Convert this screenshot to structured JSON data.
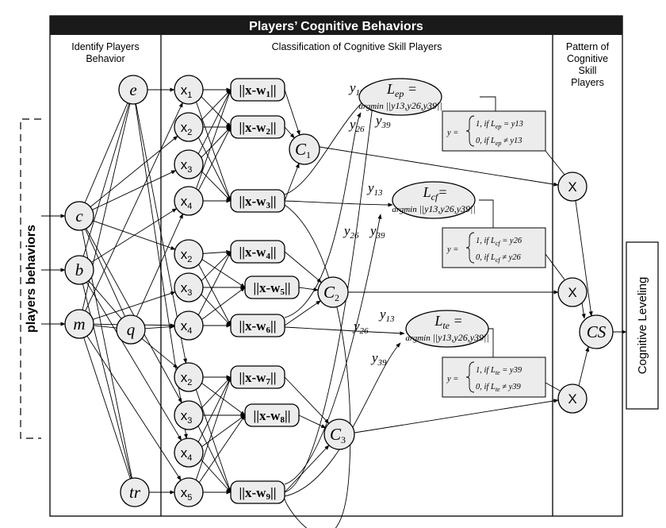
{
  "header": {
    "title": "Players’ Cognitive Behaviors"
  },
  "sections": {
    "identify": [
      "Identify Players",
      "Behavior"
    ],
    "classification": "Classification of Cognitive Skill Players",
    "pattern": [
      "Pattern of",
      "Cognitive",
      "Skill",
      "Players"
    ]
  },
  "input_label": "players behaviors",
  "output_label": "Cognitive  Leveling",
  "behaviors": [
    {
      "id": "c",
      "label": "c"
    },
    {
      "id": "b",
      "label": "b"
    },
    {
      "id": "m",
      "label": "m"
    },
    {
      "id": "e",
      "label": "e"
    },
    {
      "id": "q",
      "label": "q"
    },
    {
      "id": "tr",
      "label": "tr"
    }
  ],
  "x_nodes": [
    {
      "sym": "x",
      "sub": "1"
    },
    {
      "sym": "x",
      "sub": "2"
    },
    {
      "sym": "x",
      "sub": "3"
    },
    {
      "sym": "x",
      "sub": "4"
    },
    {
      "sym": "x",
      "sub": "2"
    },
    {
      "sym": "x",
      "sub": "3"
    },
    {
      "sym": "x",
      "sub": "4"
    },
    {
      "sym": "x",
      "sub": "2"
    },
    {
      "sym": "x",
      "sub": "3"
    },
    {
      "sym": "x",
      "sub": "4"
    },
    {
      "sym": "x",
      "sub": "5"
    }
  ],
  "w_nodes": [
    {
      "text": "||x-w",
      "sub": "1",
      "end": "||"
    },
    {
      "text": "||x-w",
      "sub": "2",
      "end": "||"
    },
    {
      "text": "||x-w",
      "sub": "3",
      "end": "||"
    },
    {
      "text": "||x-w",
      "sub": "4",
      "end": "||"
    },
    {
      "text": "||x-w",
      "sub": "5",
      "end": "||"
    },
    {
      "text": "||x-w",
      "sub": "6",
      "end": "||"
    },
    {
      "text": "||x-w",
      "sub": "7",
      "end": "||"
    },
    {
      "text": "||x-w",
      "sub": "8",
      "end": "||"
    },
    {
      "text": "||x-w",
      "sub": "9",
      "end": "||"
    }
  ],
  "clusters": [
    {
      "sym": "C",
      "sub": "1"
    },
    {
      "sym": "C",
      "sub": "2"
    },
    {
      "sym": "C",
      "sub": "3"
    }
  ],
  "y_labels": {
    "y13": {
      "sym": "y",
      "sub": "13"
    },
    "y26": {
      "sym": "y",
      "sub": "26"
    },
    "y39": {
      "sym": "y",
      "sub": "39"
    }
  },
  "decisions": [
    {
      "title": "L",
      "title_sub": "ep",
      "suffix": " =",
      "argmin": "argmin",
      "args": "||y13,y26,y39||",
      "case1": "1,  if  L",
      "case1_sub": "ep",
      "case1_end": " = y13",
      "case2": "0,  if  L",
      "case2_sub": "ep",
      "case2_end": " ≠ y13"
    },
    {
      "title": "L",
      "title_sub": "cf",
      "suffix": "=",
      "argmin": "argmin",
      "args": "||y13,y26,y39||",
      "case1": "1,  if  L",
      "case1_sub": "cf",
      "case1_end": " = y26",
      "case2": "0,  if  L",
      "case2_sub": "cf",
      "case2_end": " ≠ y26"
    },
    {
      "title": "L",
      "title_sub": "te",
      "suffix": " =",
      "argmin": "argmin",
      "args": "||y13,y26,y39||",
      "case1": "1,  if  L",
      "case1_sub": "te",
      "case1_end": " = y39",
      "case2": "0,  if  L",
      "case2_sub": "te",
      "case2_end": " ≠ y39"
    }
  ],
  "y_eq": "y =",
  "pattern_nodes": [
    "X",
    "X",
    "X"
  ],
  "cs_label": "CS"
}
